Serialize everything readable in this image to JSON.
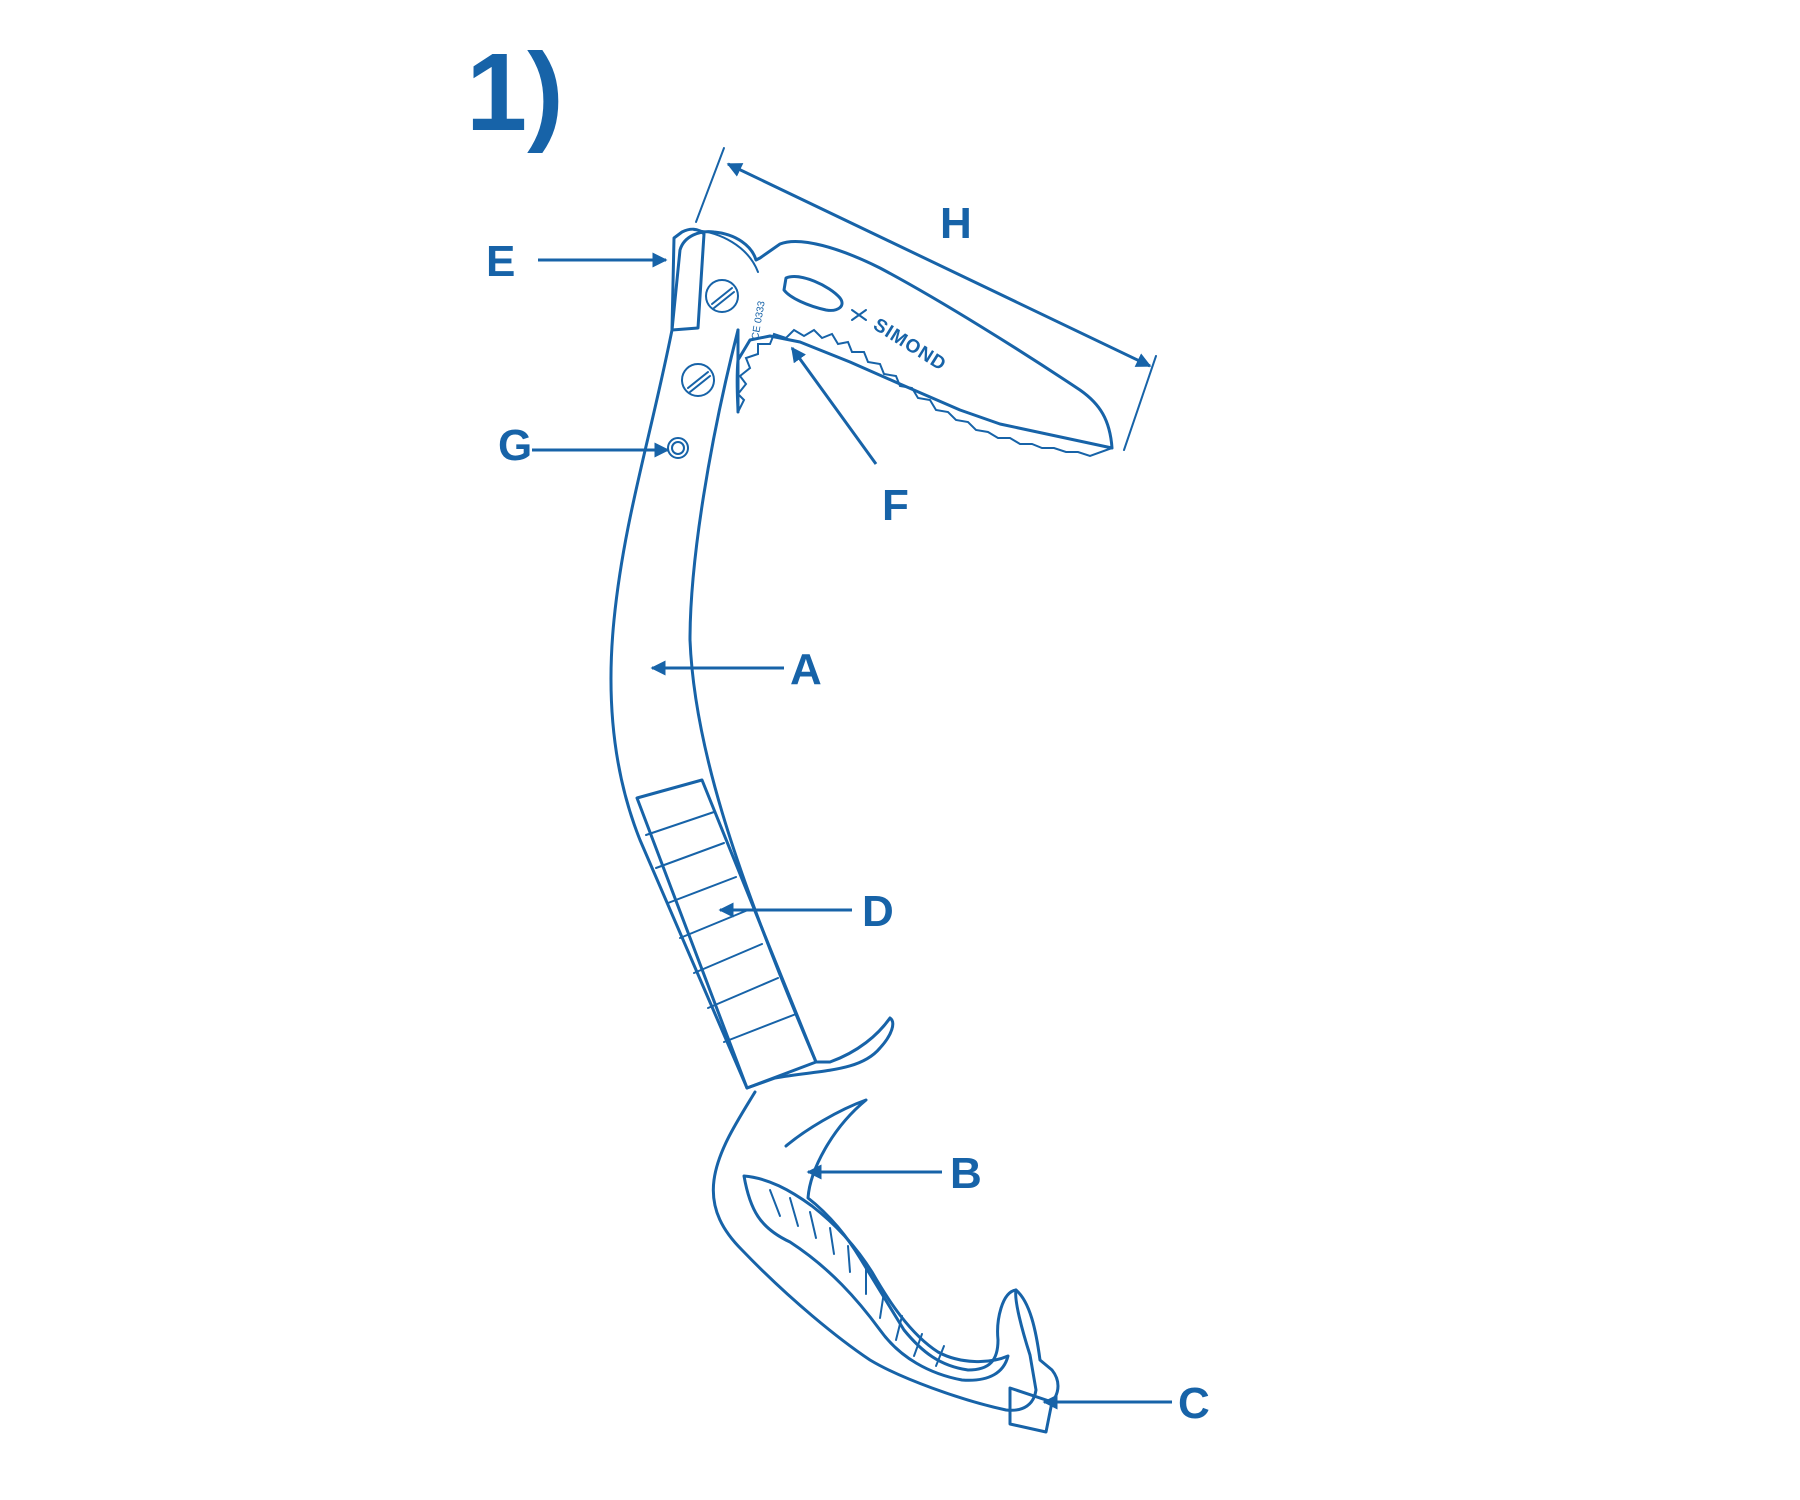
{
  "figure_number": "1)",
  "brand_text": "SIMOND",
  "ce_mark": "CE 0333",
  "labels": {
    "A": "A",
    "B": "B",
    "C": "C",
    "D": "D",
    "E": "E",
    "F": "F",
    "G": "G",
    "H": "H"
  },
  "colors": {
    "line": "#1763a8",
    "background": "#ffffff"
  }
}
